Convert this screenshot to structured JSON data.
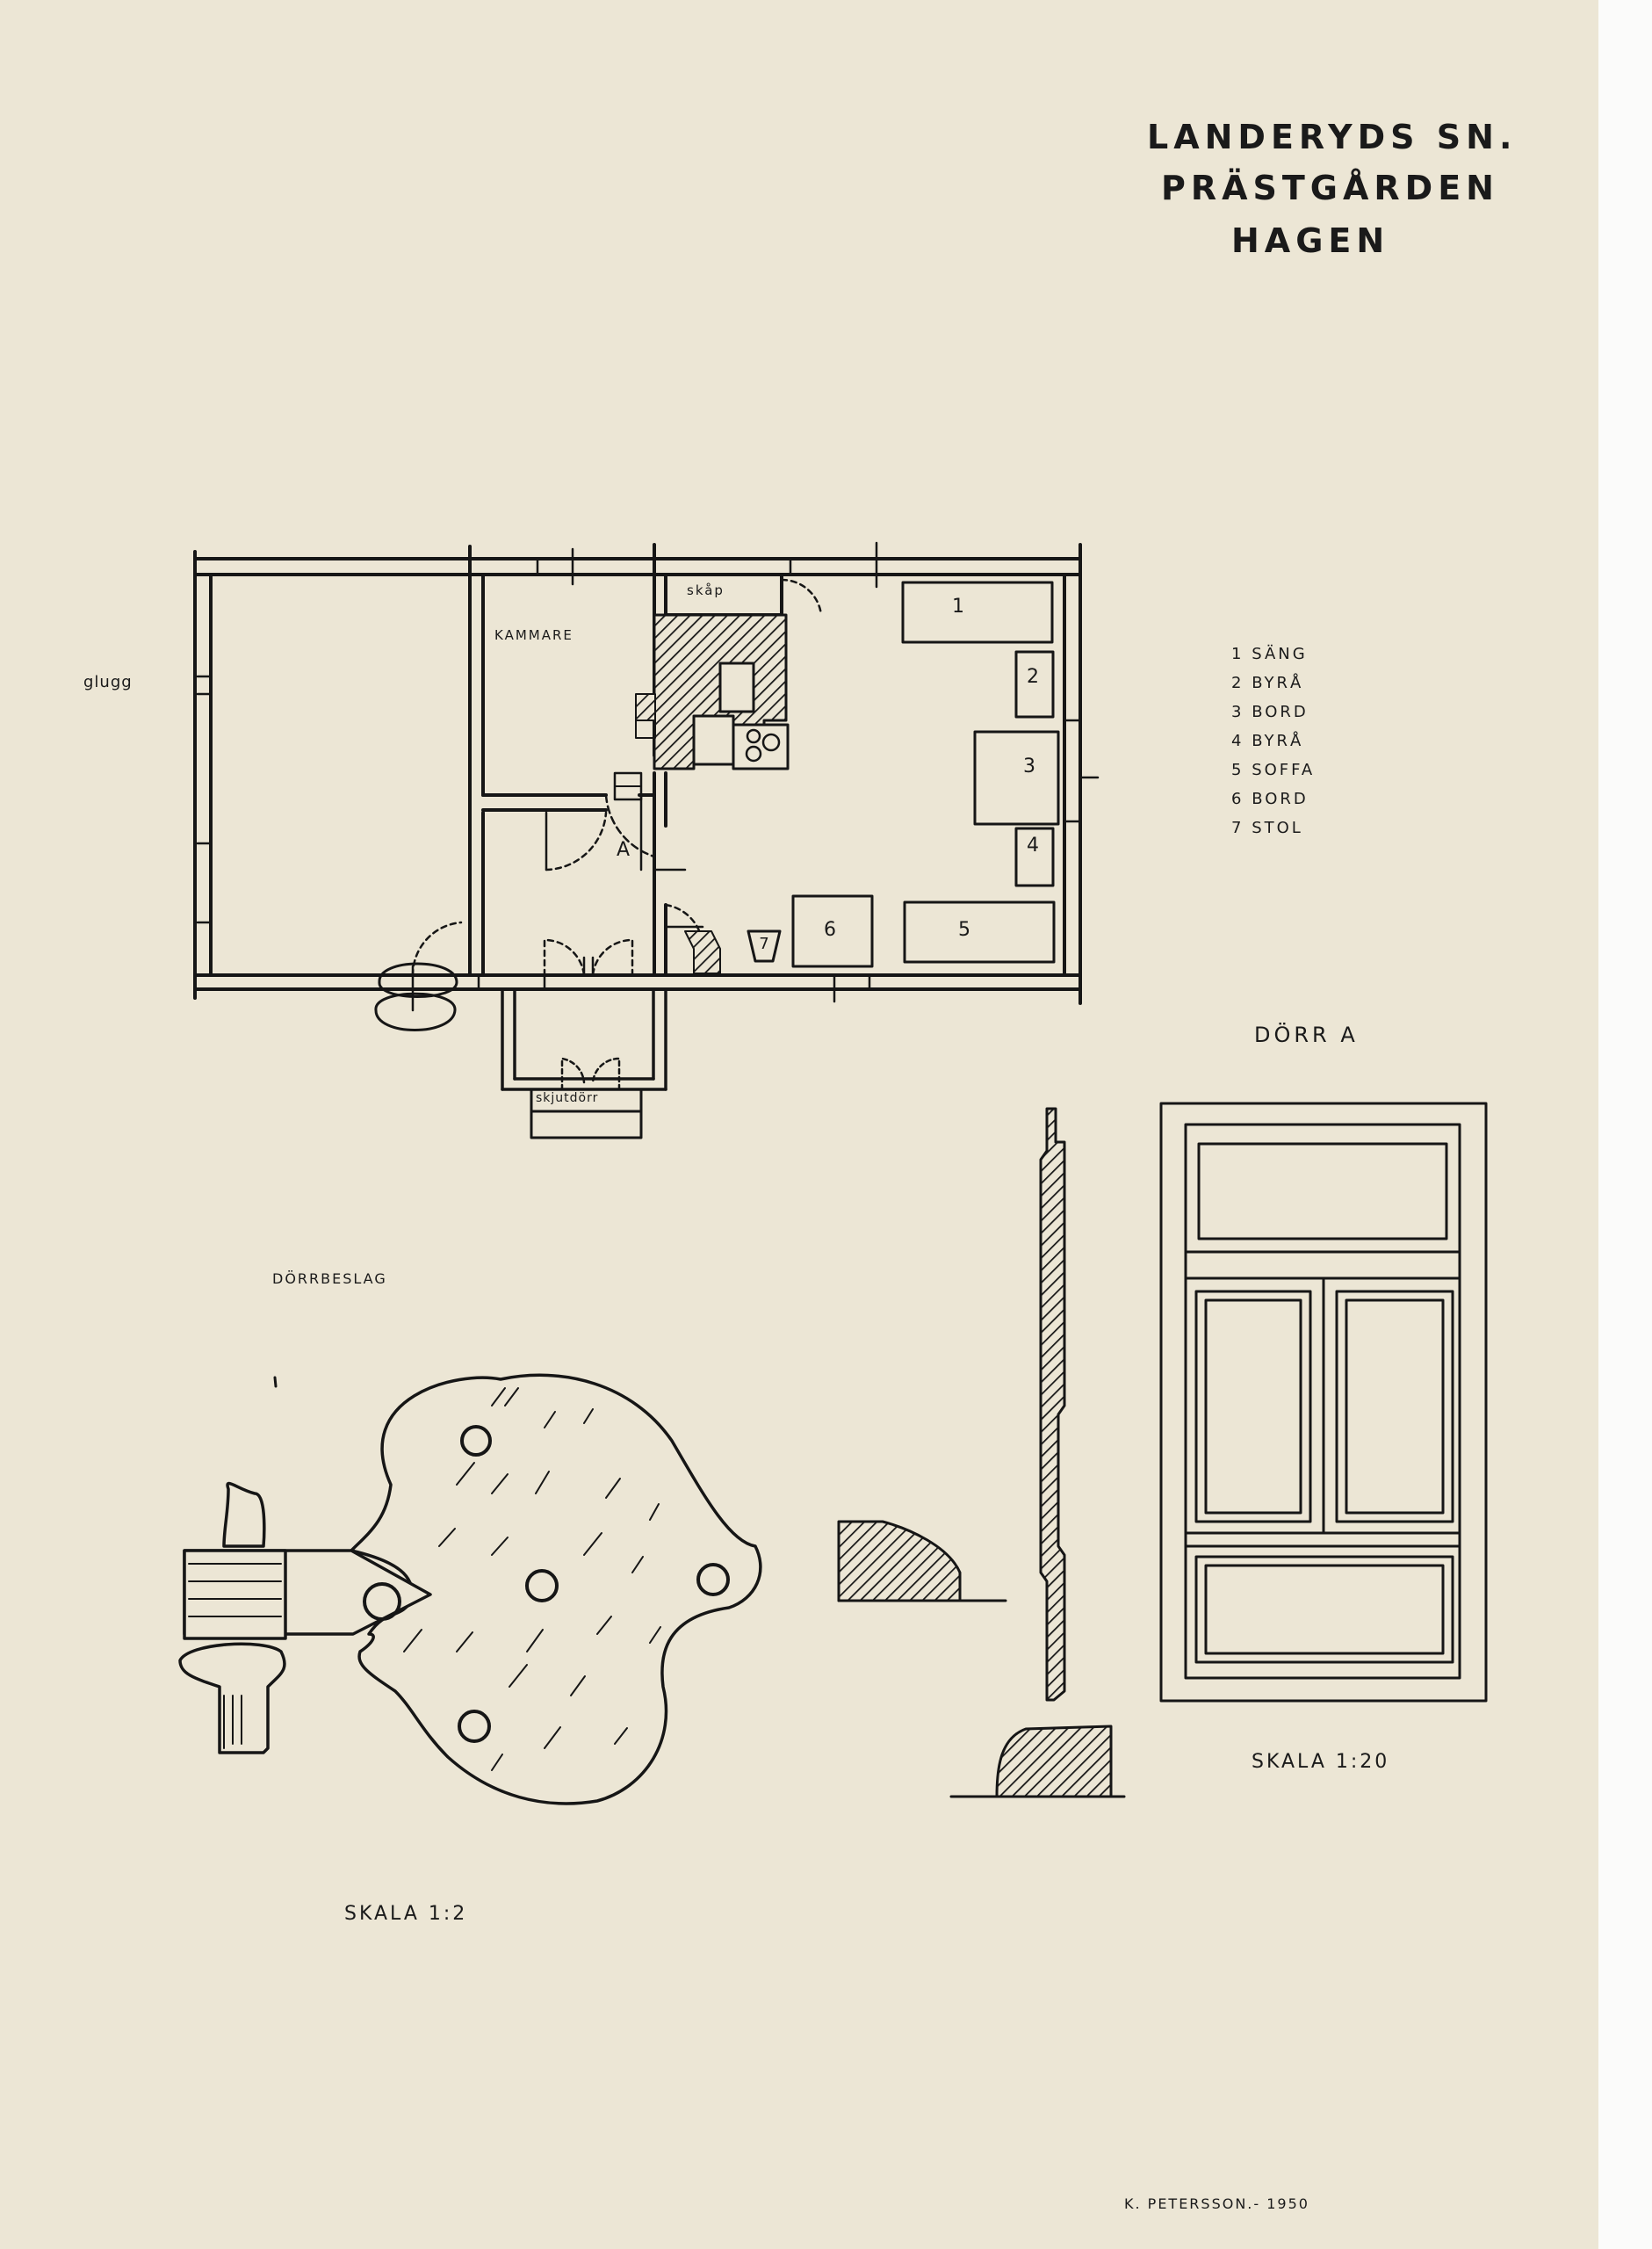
{
  "title": {
    "line1": "LANDERYDS SN.",
    "line2": "PRÄSTGÅRDEN",
    "line3": "HAGEN"
  },
  "floor_plan": {
    "room_labels": {
      "kammare": "KAMMARE",
      "skap": "skåp",
      "glugg": "glugg",
      "door_a": "A",
      "skjutdorr": "skjutdörr"
    },
    "furniture_numbers": [
      "1",
      "2",
      "3",
      "4",
      "5",
      "6",
      "7"
    ]
  },
  "legend": [
    {
      "num": "1",
      "label": "SÄNG"
    },
    {
      "num": "2",
      "label": "BYRÅ"
    },
    {
      "num": "3",
      "label": "BORD"
    },
    {
      "num": "4",
      "label": "BYRÅ"
    },
    {
      "num": "5",
      "label": "SOFFA"
    },
    {
      "num": "6",
      "label": "BORD"
    },
    {
      "num": "7",
      "label": "STOL"
    }
  ],
  "door_drawing": {
    "title": "DÖRR A",
    "scale": "SKALA 1:20"
  },
  "hinge_drawing": {
    "title": "DÖRRBESLAG",
    "scale": "SKALA 1:2"
  },
  "signature": "K. PETERSSON.- 1950"
}
